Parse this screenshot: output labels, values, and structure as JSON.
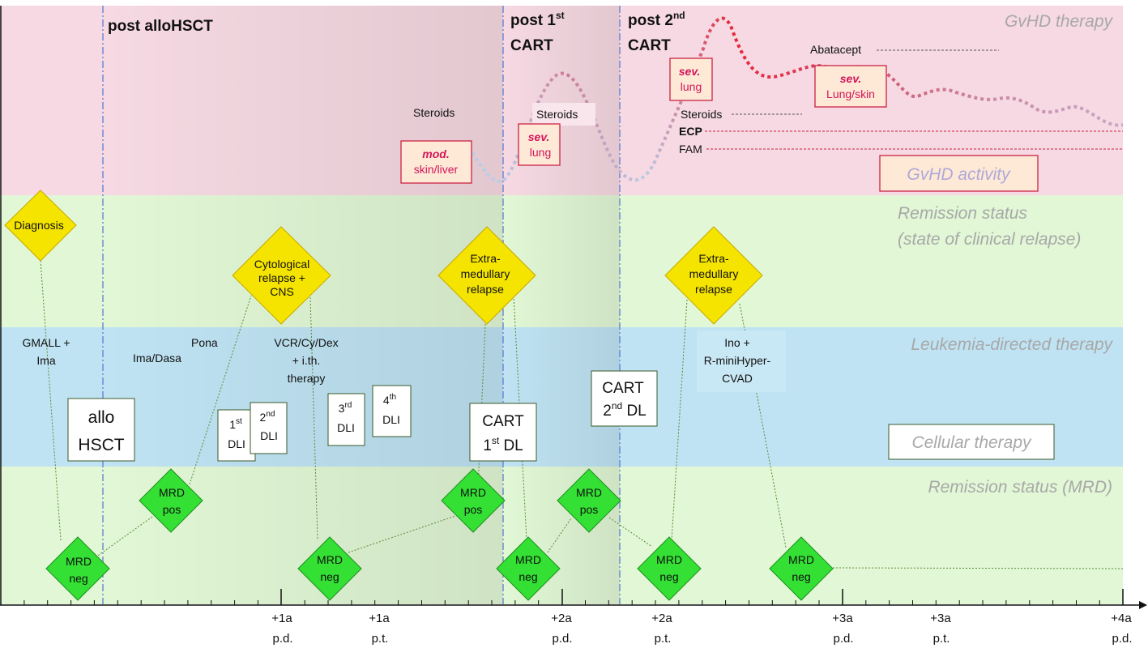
{
  "bands": {
    "gvhd_therapy": "GvHD therapy",
    "remission_clinical_1": "Remission status",
    "remission_clinical_2": "(state of clinical relapse)",
    "leukemia_therapy": "Leukemia-directed therapy",
    "remission_mrd": "Remission status (MRD)"
  },
  "legend": {
    "gvhd_activity": "GvHD activity",
    "cellular_therapy": "Cellular therapy"
  },
  "phases": {
    "post_allohsct": "post alloHSCT",
    "post_1st_cart_a": "post 1",
    "post_1st_cart_sup": "st",
    "post_1st_cart_b": "CART",
    "post_2nd_cart_a": "post 2",
    "post_2nd_cart_sup": "nd",
    "post_2nd_cart_b": "CART"
  },
  "gvhd": {
    "steroids_1": "Steroids",
    "steroids_2": "Steroids",
    "steroids_3": "Steroids",
    "ecp": "ECP",
    "fam": "FAM",
    "abatacept": "Abatacept",
    "mod_label": "mod.",
    "mod_site": "skin/liver",
    "sev1_label": "sev.",
    "sev1_site": "lung",
    "sev2_label": "sev.",
    "sev2_site": "lung",
    "sev3_label": "sev.",
    "sev3_site": "Lung/skin"
  },
  "clinical": {
    "diagnosis": "Diagnosis",
    "cyto_1": "Cytological",
    "cyto_2": "relapse +",
    "cyto_3": "CNS",
    "extra1_1": "Extra-",
    "extra1_2": "medullary",
    "extra1_3": "relapse",
    "extra2_1": "Extra-",
    "extra2_2": "medullary",
    "extra2_3": "relapse"
  },
  "therapy": {
    "gmall_1": "GMALL +",
    "gmall_2": "Ima",
    "ima_dasa": "Ima/Dasa",
    "pona": "Pona",
    "vcr_1": "VCR/Cy/Dex",
    "vcr_2": "+ i.th.",
    "vcr_3": "therapy",
    "ino_1": "Ino +",
    "ino_2": "R-miniHyper-",
    "ino_3": "CVAD"
  },
  "cellular": {
    "allo_1": "allo",
    "allo_2": "HSCT",
    "dli1_n": "1",
    "dli1_sup": "st",
    "dli2_n": "2",
    "dli2_sup": "nd",
    "dli3_n": "3",
    "dli3_sup": "rd",
    "dli4_n": "4",
    "dli4_sup": "th",
    "dli_label": "DLI",
    "cart1_1": "CART",
    "cart1_2a": "1",
    "cart1_2sup": "st",
    "cart1_2b": " DL",
    "cart2_1": "CART",
    "cart2_2a": "2",
    "cart2_2sup": "nd",
    "cart2_2b": " DL"
  },
  "mrd": {
    "neg": "neg",
    "pos": "pos",
    "mrd": "MRD"
  },
  "axis": [
    {
      "top": "+1a",
      "bottom": "p.d."
    },
    {
      "top": "+1a",
      "bottom": "p.t."
    },
    {
      "top": "+2a",
      "bottom": "p.d."
    },
    {
      "top": "+2a",
      "bottom": "p.t."
    },
    {
      "top": "+3a",
      "bottom": "p.d."
    },
    {
      "top": "+3a",
      "bottom": "p.t."
    },
    {
      "top": "+4a",
      "bottom": "p.d."
    }
  ],
  "colors": {
    "gvhd_band": "#f6d9e2",
    "remission_band": "#e1f7d5",
    "therapy_band": "#bfe3f3",
    "mrd_band": "#e1f7d5",
    "diagnosis_yellow": "#f5e400",
    "mrd_green": "#33e033",
    "severity_red": "#cc2244"
  }
}
